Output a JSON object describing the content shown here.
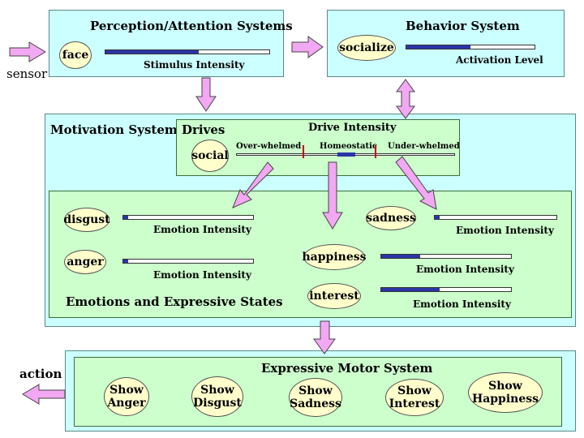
{
  "perception": {
    "title": "Perception/Attention Systems",
    "node": "face",
    "bar_label": "Stimulus Intensity",
    "level": 0.57
  },
  "behavior": {
    "title": "Behavior System",
    "node": "socialize",
    "bar_label": "Activation Level",
    "level": 0.5
  },
  "sensor_label": "sensor",
  "motivation": {
    "title": "Motivation System"
  },
  "drives": {
    "title": "Drives",
    "intensity_title": "Drive Intensity",
    "node": "social",
    "over": "Over-whelmed",
    "homeo": "Homeostatic",
    "under": "Under-whelmed"
  },
  "emotions": {
    "title": "Emotions and Expressive States",
    "disgust": {
      "name": "disgust",
      "label": "Emotion Intensity",
      "level": 0.04
    },
    "anger": {
      "name": "anger",
      "label": "Emotion Intensity",
      "level": 0.04
    },
    "sadness": {
      "name": "sadness",
      "label": "Emotion Intensity",
      "level": 0.04
    },
    "happiness": {
      "name": "happiness",
      "label": "Emotion Intensity",
      "level": 0.3
    },
    "interest": {
      "name": "interest",
      "label": "Emotion Intensity",
      "level": 0.45
    }
  },
  "motor": {
    "title": "Expressive Motor System",
    "items": [
      "Show Anger",
      "Show Disgust",
      "Show Sadness",
      "Show Interest",
      "Show Happiness"
    ]
  },
  "action_label": "action"
}
